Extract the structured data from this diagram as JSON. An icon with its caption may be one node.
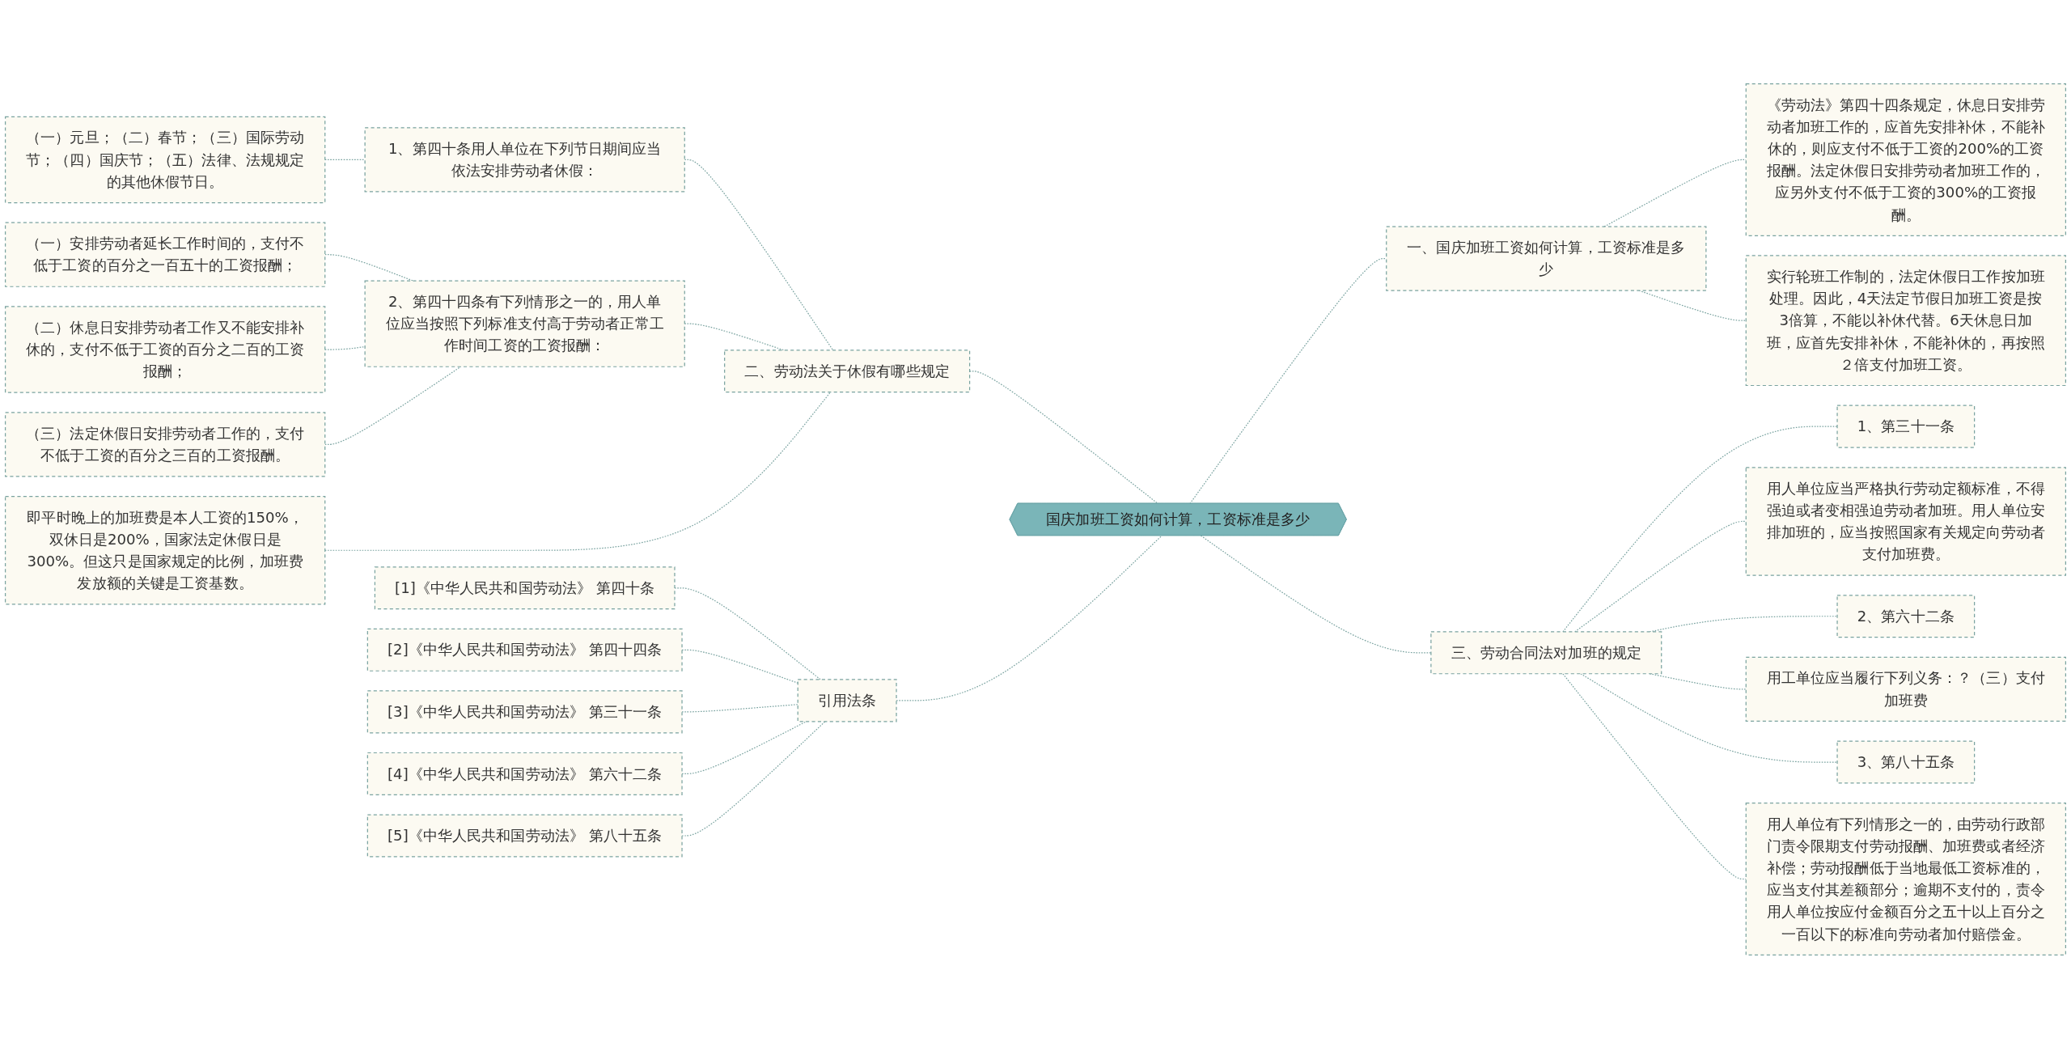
{
  "diagram": {
    "nodes": [
      {
        "text": [
          "国庆加班工资如何计算，工资标准是多少"
        ]
      },
      {
        "text": [
          "二、劳动法关于休假有哪些规定"
        ]
      },
      {
        "text": [
          "1、第四十条用人单位在下列节日期间应当依法安排劳动者休假："
        ]
      },
      {
        "text": [
          "（一）元旦；（二）春节；（三）国际劳动节；（四）国庆节；（五）法律、法规规定的其他休假节日。"
        ]
      },
      {
        "text": [
          "2、第四十四条有下列情形之一的，用人单位应当按照下列标准支付高于劳动者正常工作时间工资的工资报酬："
        ]
      },
      {
        "text": [
          "（一）安排劳动者延长工作时间的，支付不低于工资的百分之一百五十的工资报酬；"
        ]
      },
      {
        "text": [
          "（二）休息日安排劳动者工作又不能安排补休的，支付不低于工资的百分之二百的工资报酬；"
        ]
      },
      {
        "text": [
          "（三）法定休假日安排劳动者工作的，支付不低于工资的百分之三百的工资报酬。"
        ]
      },
      {
        "text": [
          "即平时晚上的加班费是本人工资的150%，双休日是200%，国家法定休假日是300%。但这只是国家规定的比例，加班费发放额的关键是工资基数。"
        ]
      },
      {
        "text": [
          "引用法条"
        ]
      },
      {
        "text": [
          "[1]《中华人民共和国劳动法》 第四十条"
        ]
      },
      {
        "text": [
          "[2]《中华人民共和国劳动法》 第四十四条"
        ]
      },
      {
        "text": [
          "[3]《中华人民共和国劳动法》 第三十一条"
        ]
      },
      {
        "text": [
          "[4]《中华人民共和国劳动法》 第六十二条"
        ]
      },
      {
        "text": [
          "[5]《中华人民共和国劳动法》 第八十五条"
        ]
      },
      {
        "text": [
          "一、国庆加班工资如何计算，工资标准是多少"
        ]
      },
      {
        "text": [
          "《劳动法》第四十四条规定，休息日安排劳动者加班工作的，应首先安排补休，不能补休的，则应支付不低于工资的200%的工资报酬。法定休假日安排劳动者加班工作的，应另外支付不低于工资的300%的工资报酬。"
        ]
      },
      {
        "text": [
          "实行轮班工作制的，法定休假日工作按加班处理。因此，4天法定节假日加班工资是按3倍算，不能以补休代替。6天休息日加班，应首先安排补休，不能补休的，再按照２倍支付加班工资。"
        ]
      },
      {
        "text": [
          "三、劳动合同法对加班的规定"
        ]
      },
      {
        "text": [
          "1、第三十一条"
        ]
      },
      {
        "text": [
          "用人单位应当严格执行劳动定额标准，不得强迫或者变相强迫劳动者加班。用人单位安排加班的，应当按照国家有关规定向劳动者支付加班费。"
        ]
      },
      {
        "text": [
          "2、第六十二条"
        ]
      },
      {
        "text": [
          "用工单位应当履行下列义务：？（三）支付加班费"
        ]
      },
      {
        "text": [
          "3、第八十五条"
        ]
      },
      {
        "text": [
          "用人单位有下列情形之一的，由劳动行政部门责令限期支付劳动报酬、加班费或者经济补偿；劳动报酬低于当地最低工资标准的，应当支付其差额部分；逾期不支付的，责令用人单位按应付金额百分之五十以上百分之一百以下的标准向劳动者加付赔偿金。"
        ]
      }
    ],
    "edges": [
      {
        "from": 0,
        "to": 1,
        "arrow": "none",
        "style": "dashed"
      },
      {
        "from": 1,
        "to": 2,
        "arrow": "none",
        "style": "dashed"
      },
      {
        "from": 2,
        "to": 3,
        "arrow": "none",
        "style": "dashed"
      },
      {
        "from": 1,
        "to": 4,
        "arrow": "none",
        "style": "dashed"
      },
      {
        "from": 4,
        "to": 5,
        "arrow": "none",
        "style": "dashed"
      },
      {
        "from": 4,
        "to": 6,
        "arrow": "none",
        "style": "dashed"
      },
      {
        "from": 4,
        "to": 7,
        "arrow": "none",
        "style": "dashed"
      },
      {
        "from": 1,
        "to": 8,
        "arrow": "none",
        "style": "dashed"
      },
      {
        "from": 0,
        "to": 9,
        "arrow": "none",
        "style": "dashed"
      },
      {
        "from": 9,
        "to": 10,
        "arrow": "none",
        "style": "dashed"
      },
      {
        "from": 9,
        "to": 11,
        "arrow": "none",
        "style": "dashed"
      },
      {
        "from": 9,
        "to": 12,
        "arrow": "none",
        "style": "dashed"
      },
      {
        "from": 9,
        "to": 13,
        "arrow": "none",
        "style": "dashed"
      },
      {
        "from": 9,
        "to": 14,
        "arrow": "none",
        "style": "dashed"
      },
      {
        "from": 0,
        "to": 15,
        "arrow": "none",
        "style": "dashed"
      },
      {
        "from": 15,
        "to": 16,
        "arrow": "none",
        "style": "dashed"
      },
      {
        "from": 15,
        "to": 17,
        "arrow": "none",
        "style": "dashed"
      },
      {
        "from": 0,
        "to": 18,
        "arrow": "none",
        "style": "dashed"
      },
      {
        "from": 18,
        "to": 19,
        "arrow": "none",
        "style": "dashed"
      },
      {
        "from": 18,
        "to": 20,
        "arrow": "none",
        "style": "dashed"
      },
      {
        "from": 18,
        "to": 21,
        "arrow": "none",
        "style": "dashed"
      },
      {
        "from": 18,
        "to": 22,
        "arrow": "none",
        "style": "dashed"
      },
      {
        "from": 18,
        "to": 23,
        "arrow": "none",
        "style": "dashed"
      },
      {
        "from": 18,
        "to": 24,
        "arrow": "none",
        "style": "dashed"
      }
    ]
  }
}
